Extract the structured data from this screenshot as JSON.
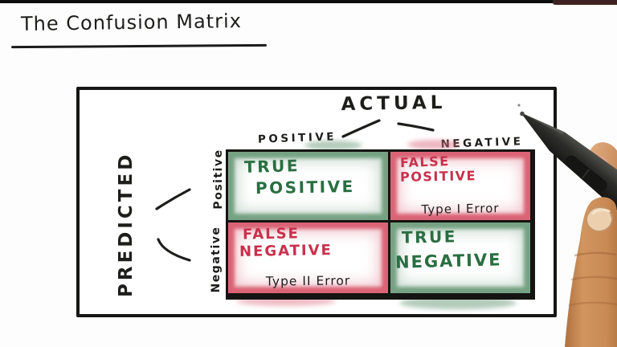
{
  "title": {
    "text": "The Confusion Matrix"
  },
  "diagram": {
    "actual_label": "ACTUAL",
    "predicted_label": "PREDICTED",
    "column_headers": [
      "POSITIVE",
      "NEGATIVE"
    ],
    "row_headers": [
      "Positive",
      "Negative"
    ],
    "cells": [
      {
        "key": "true-positive",
        "tone": "green",
        "line1": "TRUE",
        "line2": "POSITIVE"
      },
      {
        "key": "false-positive",
        "tone": "red",
        "line1": "FALSE",
        "line2": "POSITIVE",
        "note": "Type I Error"
      },
      {
        "key": "false-negative",
        "tone": "red",
        "line1": "FALSE",
        "line2": "NEGATIVE",
        "note": "Type II Error"
      },
      {
        "key": "true-negative",
        "tone": "green",
        "line1": "TRUE",
        "line2": "NEGATIVE"
      }
    ]
  },
  "colors": {
    "ink": "#1d1d1b",
    "green_text": "#2a6e42",
    "green_wash": "#6e9c7c",
    "red_text": "#c9304c",
    "red_wash": "#d85a6e"
  },
  "icons": {
    "stylus": "stylus-pen-icon",
    "hand": "presenter-hand"
  }
}
